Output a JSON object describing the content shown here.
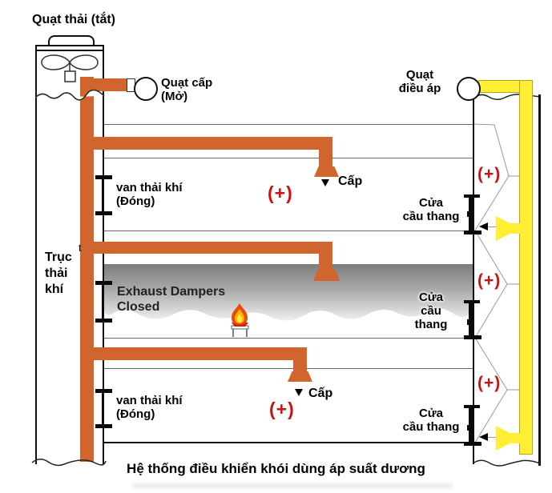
{
  "caption": "Hệ thống điều khiển khói dùng áp suất dương",
  "fans": {
    "exhaust_label": "Quạt thải (tắt)",
    "supply_label_1": "Quạt cấp",
    "supply_label_2": "(Mở)",
    "pressurization_label_1": "Quạt",
    "pressurization_label_2": "điều áp"
  },
  "shaft": {
    "label_1": "Trục",
    "label_2": "thải",
    "label_3": "khí",
    "tick": "t"
  },
  "dampers": [
    {
      "line1": "van thải khí",
      "line2": "(Đóng)"
    },
    {
      "line1": "van thải khí",
      "line2": "(Đóng)"
    }
  ],
  "smoke_floor": {
    "note_line1": "Exhaust Dampers",
    "note_line2": "Closed"
  },
  "supply_label": "Cấp",
  "plus_sign": "(+)",
  "doors": [
    {
      "lines": [
        "Cửa",
        "cầu thang"
      ]
    },
    {
      "lines": [
        "Cửa",
        "cầu",
        "thang"
      ]
    },
    {
      "lines": [
        "Cửa",
        "cầu thang"
      ]
    }
  ],
  "colors": {
    "duct_orange": "#d0662e",
    "duct_yellow": "#ffee33",
    "pressure_red": "#cc1111",
    "smoke_top": "#7d7d7d",
    "smoke_bottom": "#efefef"
  }
}
